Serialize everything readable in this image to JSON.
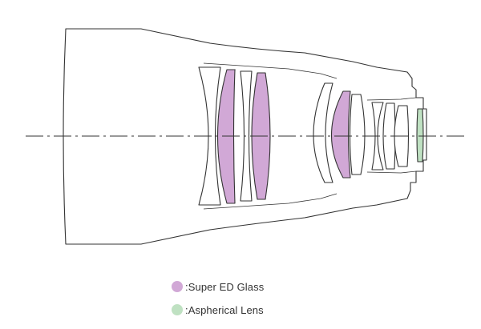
{
  "colors": {
    "super_ed": "#d1a8d6",
    "aspherical": "#bfe1c2",
    "outline": "#333333",
    "background": "#ffffff"
  },
  "legend": [
    {
      "name": "super-ed-glass",
      "label": ":Super ED Glass",
      "color": "#d1a8d6"
    },
    {
      "name": "aspherical-lens",
      "label": ":Aspherical Lens",
      "color": "#bfe1c2"
    }
  ]
}
